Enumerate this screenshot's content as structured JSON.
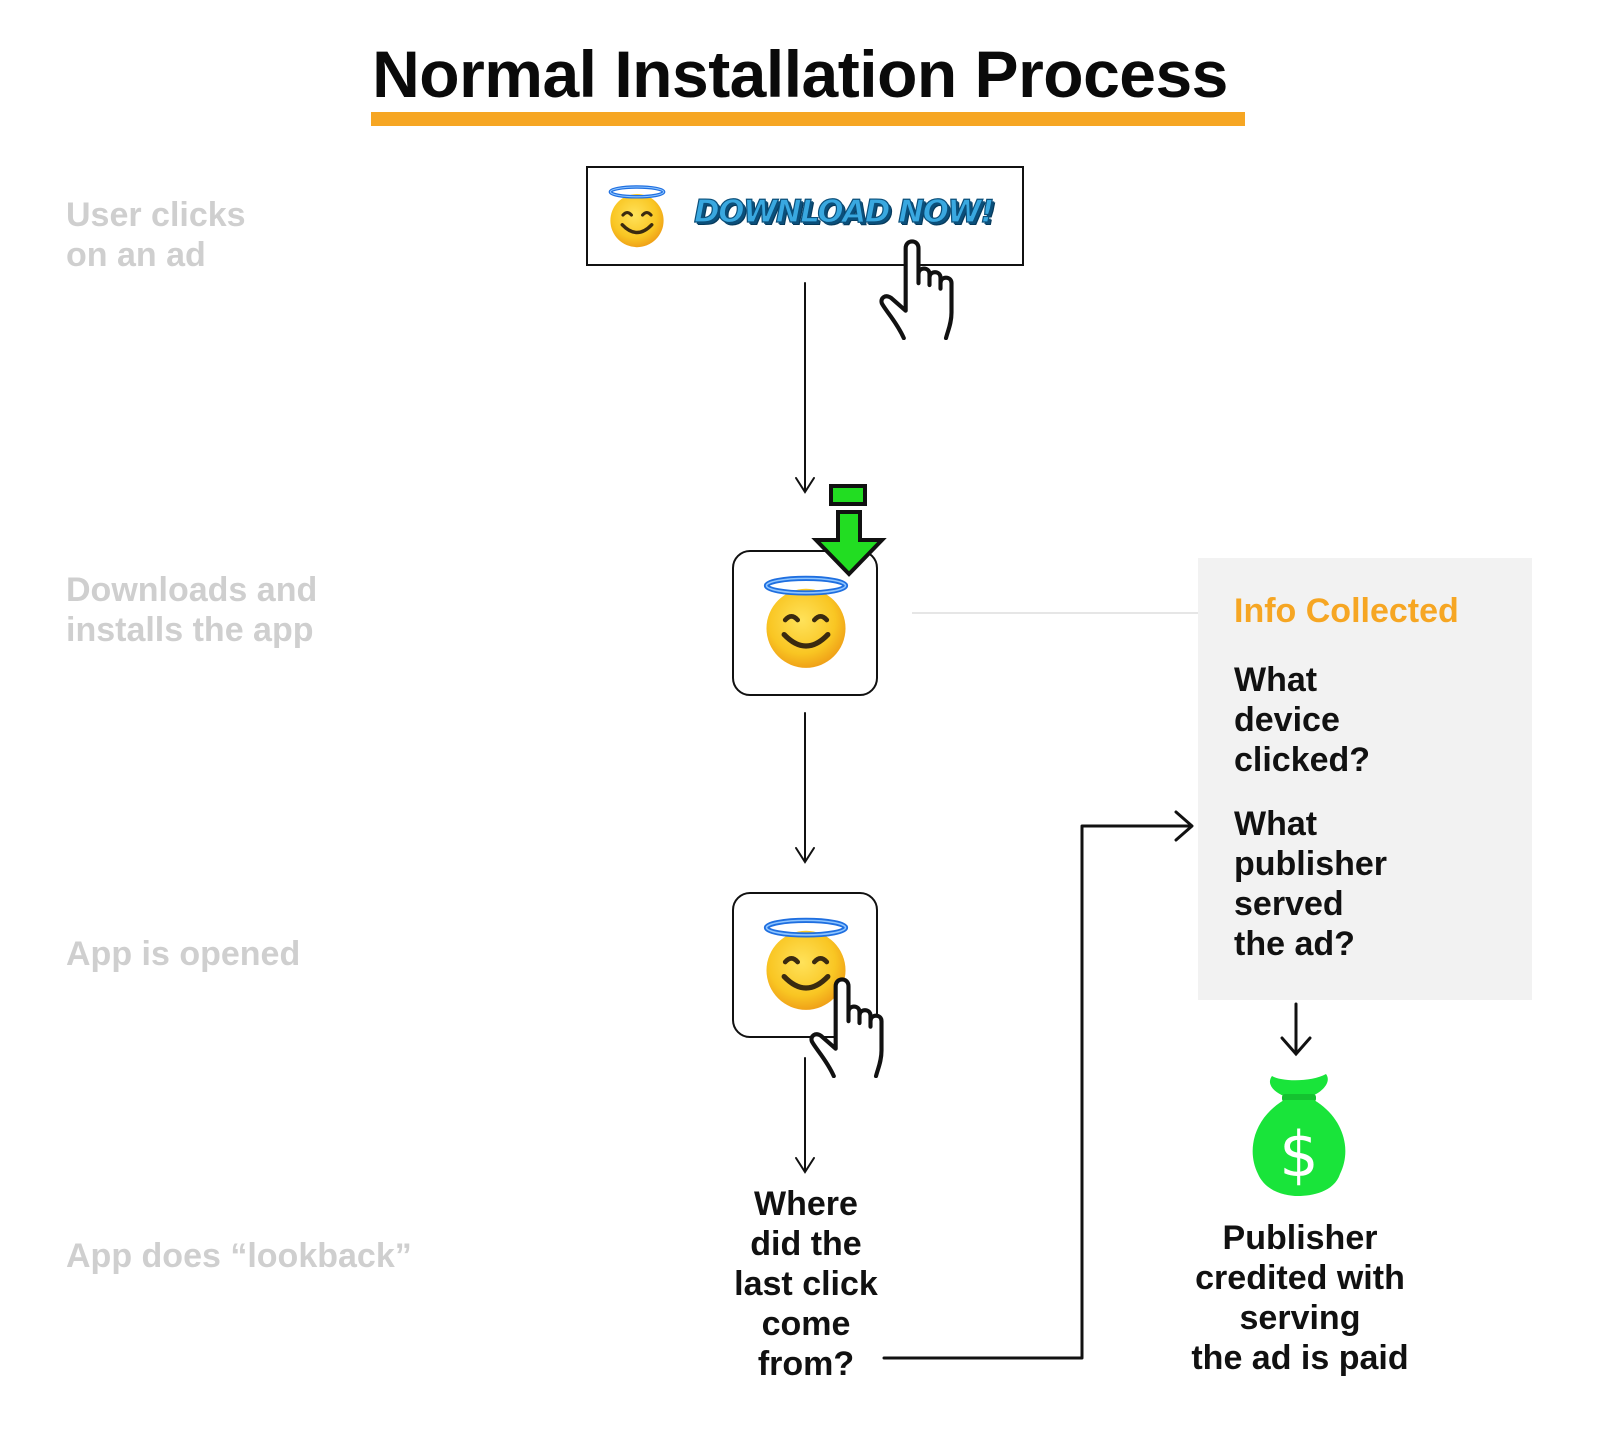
{
  "title": "Normal Installation Process",
  "steps": [
    {
      "label": "User clicks\non an ad"
    },
    {
      "label": "Downloads and\ninstalls the app"
    },
    {
      "label": "App is opened"
    },
    {
      "label": "App does “lookback”"
    }
  ],
  "ad": {
    "text": "DOWNLOAD NOW!"
  },
  "lookback_question": "Where\ndid the\nlast click\ncome\nfrom?",
  "info_box": {
    "title": "Info Collected",
    "questions": [
      "What\ndevice\nclicked?",
      "What\npublisher\nserved\nthe ad?"
    ]
  },
  "result": "Publisher\ncredited with\nserving\nthe ad is paid",
  "colors": {
    "accent": "#f6a623",
    "label_gray": "#cfcfcf",
    "download_green": "#22dd22",
    "money_green": "#19e43a",
    "halo_blue": "#1f6fe0",
    "emoji_yellow": "#f9c623"
  },
  "icons": [
    "smiling-face-with-halo-icon",
    "pointing-hand-cursor-icon",
    "download-arrow-icon",
    "money-bag-icon"
  ]
}
